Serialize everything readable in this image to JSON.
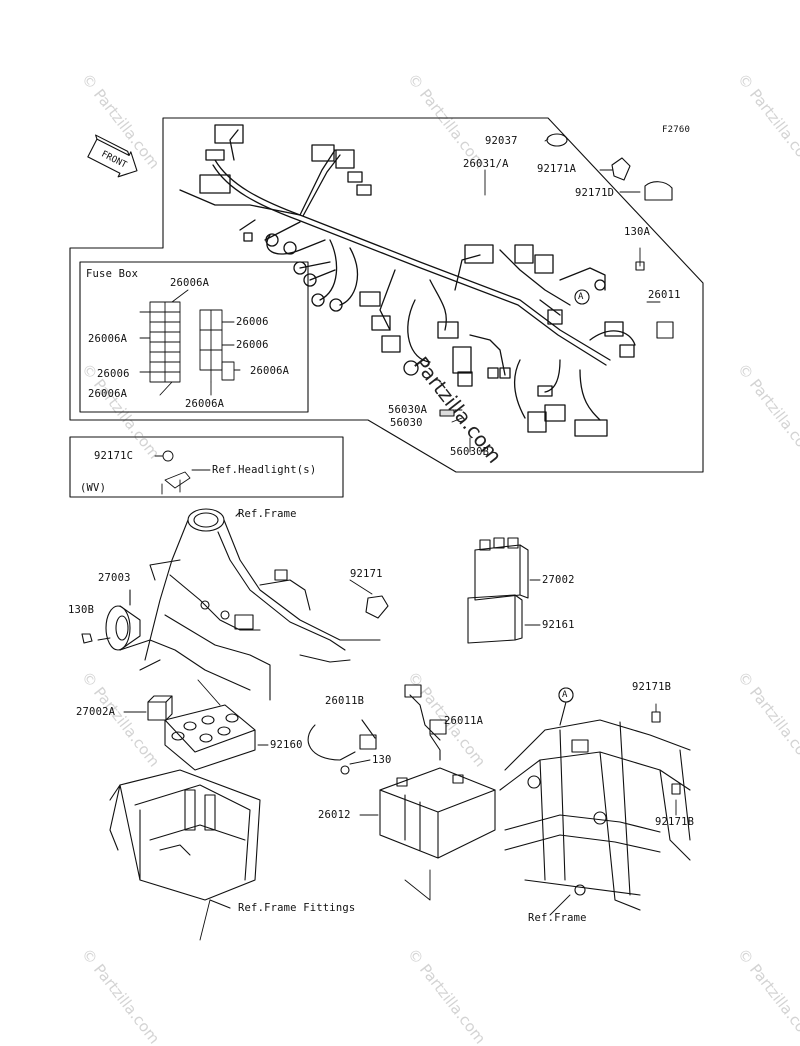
{
  "figure_code": "F2760",
  "front_arrow_text": "FRONT",
  "watermark_text": "© Partzilla.com",
  "watermark_center_text": "Partzilla.com",
  "fuse_box": {
    "title": "Fuse Box",
    "labels": [
      "26006A",
      "26006A",
      "26006",
      "26006",
      "26006",
      "26006A",
      "26006A",
      "26006A"
    ]
  },
  "wv_box": {
    "part": "92171C",
    "ref": "Ref.Headlight(s)",
    "note": "(WV)"
  },
  "parts": {
    "p92037": "92037",
    "p26031A": "26031/A",
    "p92171A": "92171A",
    "p92171D": "92171D",
    "p130A": "130A",
    "p26011": "26011",
    "circleA1": "A",
    "p56030A": "56030A",
    "p56030": "56030",
    "p56030B": "56030B",
    "refFrame1": "Ref.Frame",
    "p27003": "27003",
    "p130B": "130B",
    "p92171": "92171",
    "p27002": "27002",
    "p92161": "92161",
    "p27002A": "27002A",
    "p92160": "92160",
    "p26011B": "26011B",
    "p26011A": "26011A",
    "p130": "130",
    "p26012": "26012",
    "refFrameFittings": "Ref.Frame Fittings",
    "circleA2": "A",
    "p92171B1": "92171B",
    "p92171B2": "92171B",
    "refFrame2": "Ref.Frame"
  }
}
